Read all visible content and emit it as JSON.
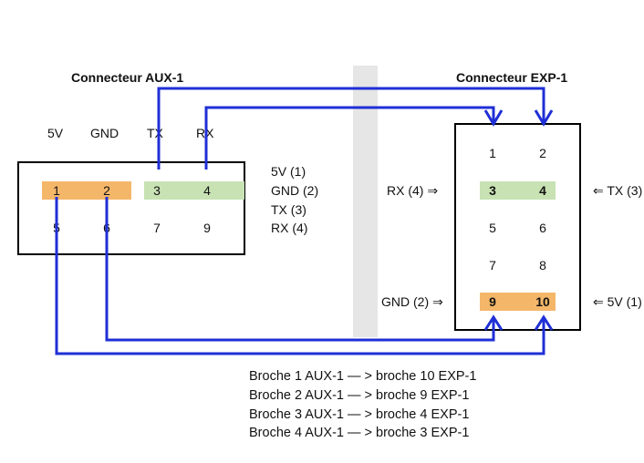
{
  "colors": {
    "wire": "#1f2fd6",
    "orange": "#f4b76a",
    "green": "#c8e2b4",
    "divider": "#e6e6e6",
    "border": "#000000"
  },
  "aux": {
    "title": "Connecteur AUX-1",
    "signals": [
      "5V",
      "GND",
      "TX",
      "RX"
    ],
    "pins_top": [
      "1",
      "2",
      "3",
      "4"
    ],
    "pins_bottom": [
      "5",
      "6",
      "7",
      "9"
    ],
    "legend": [
      "5V (1)",
      "GND (2)",
      "TX (3)",
      "RX (4)"
    ]
  },
  "exp": {
    "title": "Connecteur  EXP-1",
    "rows": [
      [
        "1",
        "2"
      ],
      [
        "3",
        "4"
      ],
      [
        "5",
        "6"
      ],
      [
        "7",
        "8"
      ],
      [
        "9",
        "10"
      ]
    ],
    "left_rx": "RX (4) ⇒",
    "left_gnd": "GND (2) ⇒",
    "right_tx": "⇐ TX (3)",
    "right_5v": "⇐ 5V (1)"
  },
  "notes": [
    "Broche 1 AUX-1 — > broche 10 EXP-1",
    "Broche 2 AUX-1 — > broche 9 EXP-1",
    "Broche 3 AUX-1 — > broche 4 EXP-1",
    "Broche 4 AUX-1 — > broche 3 EXP-1"
  ]
}
